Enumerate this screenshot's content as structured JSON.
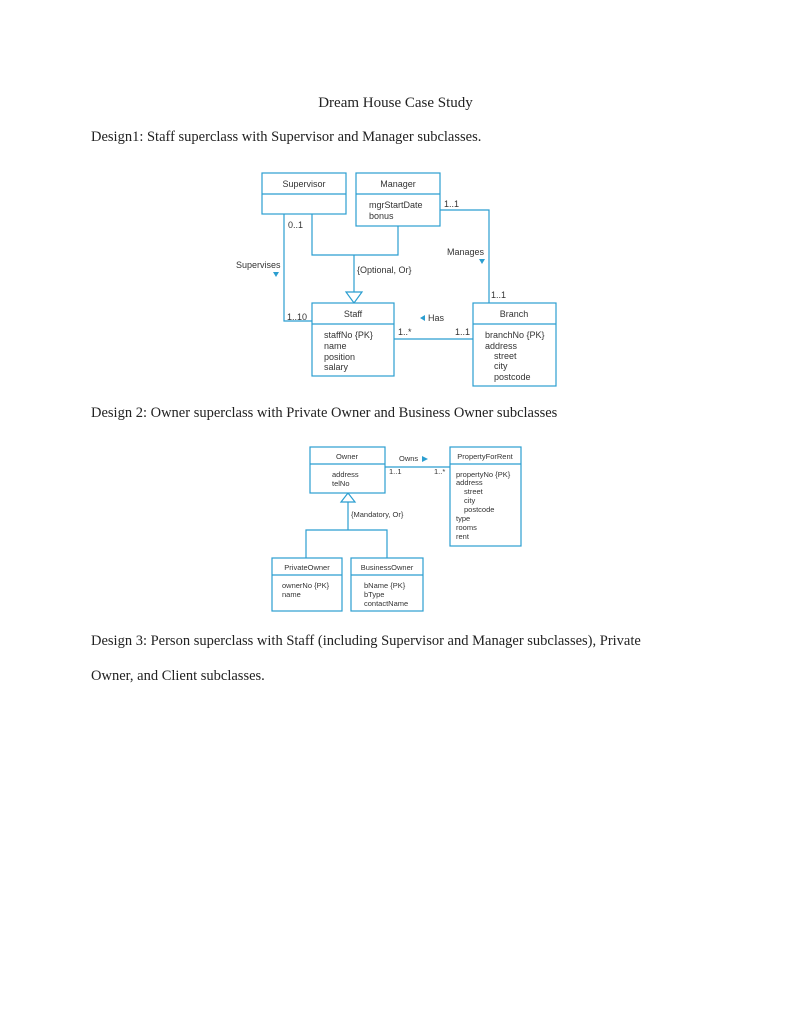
{
  "document": {
    "title": "Dream House Case Study",
    "design1_heading": "Design1: Staff superclass with Supervisor and Manager subclasses.",
    "design2_heading": "Design 2: Owner superclass with Private Owner and Business Owner subclasses",
    "design3_line1": "Design 3: Person superclass with Staff (including Supervisor and Manager subclasses), Private",
    "design3_line2": "Owner, and Client subclasses."
  },
  "diagram1": {
    "supervisor": {
      "name": "Supervisor"
    },
    "manager": {
      "name": "Manager",
      "attrs": [
        "mgrStartDate",
        "bonus"
      ]
    },
    "staff": {
      "name": "Staff",
      "attrs": [
        "staffNo {PK}",
        "name",
        "position",
        "salary"
      ]
    },
    "branch": {
      "name": "Branch",
      "attrs": [
        "branchNo {PK}",
        "address",
        "street",
        "city",
        "postcode"
      ]
    },
    "labels": {
      "supervises": "Supervises",
      "manages": "Manages",
      "has": "Has",
      "constraint": "{Optional, Or}",
      "mult_sup": "0..1",
      "mult_staff_sup": "1..10",
      "mult_mgr": "1..1",
      "mult_branch_mgr": "1..1",
      "mult_staff_has": "1..*",
      "mult_branch_has": "1..1"
    }
  },
  "diagram2": {
    "owner": {
      "name": "Owner",
      "attrs": [
        "address",
        "telNo"
      ]
    },
    "property": {
      "name": "PropertyForRent",
      "attrs": [
        "propertyNo {PK}",
        "address",
        "street",
        "city",
        "postcode",
        "type",
        "rooms",
        "rent"
      ]
    },
    "private_owner": {
      "name": "PrivateOwner",
      "attrs": [
        "ownerNo {PK}",
        "name"
      ]
    },
    "business_owner": {
      "name": "BusinessOwner",
      "attrs": [
        "bName {PK}",
        "bType",
        "contactName"
      ]
    },
    "labels": {
      "owns": "Owns",
      "constraint": "{Mandatory, Or}",
      "mult_owner": "1..1",
      "mult_property": "1..*"
    }
  },
  "colors": {
    "diagram_line": "#2b9ed0",
    "text": "#222222"
  }
}
